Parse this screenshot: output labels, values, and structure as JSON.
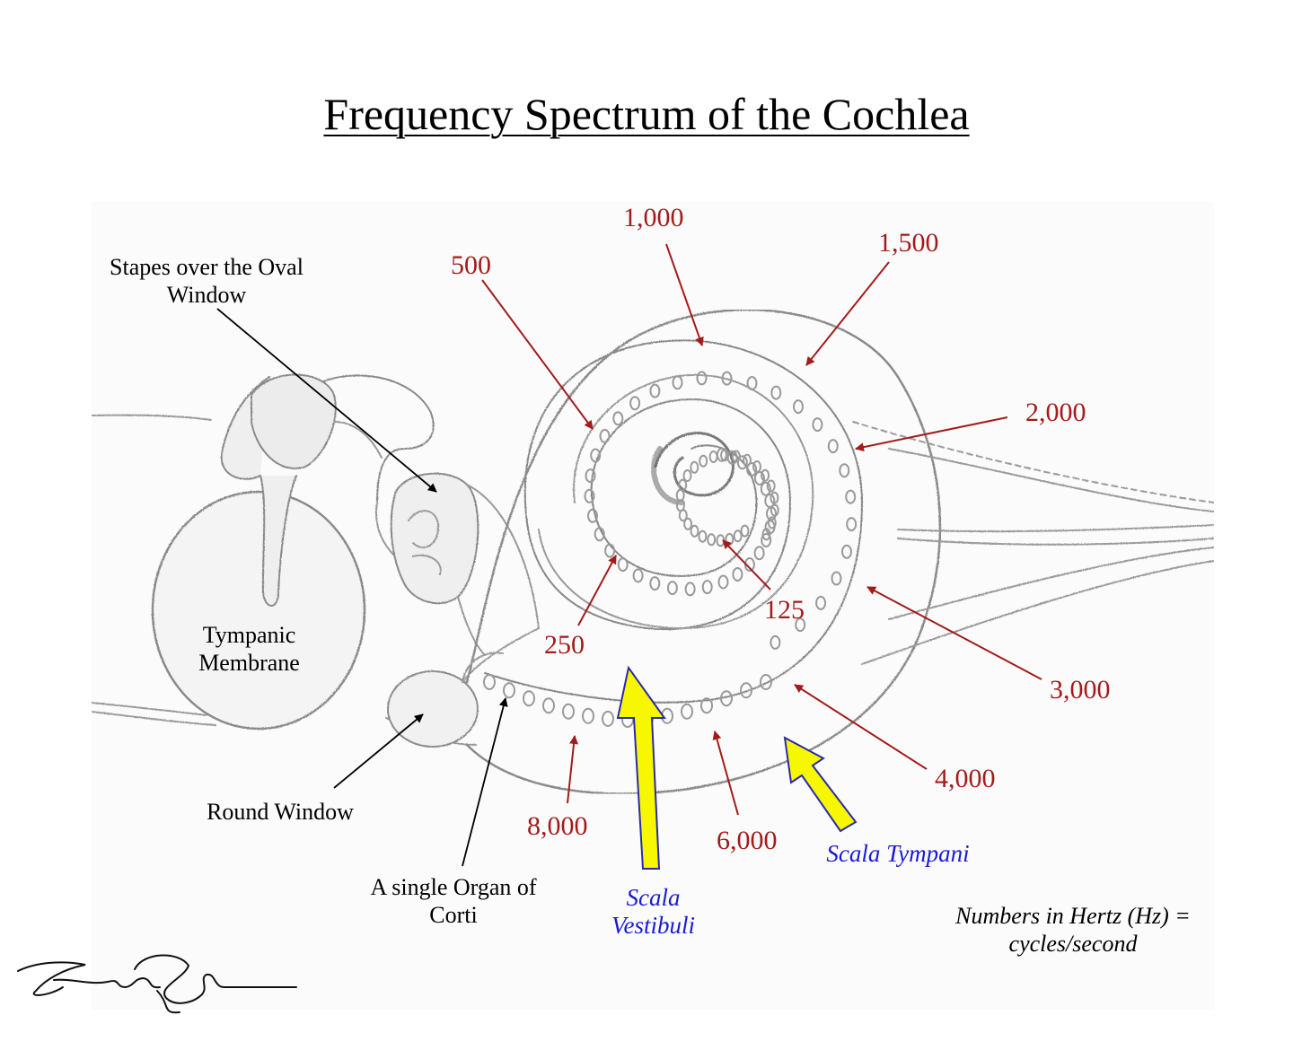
{
  "title": "Frequency Spectrum of the Cochlea",
  "labels": {
    "stapes_line1": "Stapes over the Oval",
    "stapes_line2": "Window",
    "tympanic_line1": "Tympanic",
    "tympanic_line2": "Membrane",
    "round_window": "Round Window",
    "organ_line1": "A single Organ of",
    "organ_line2": "Corti"
  },
  "frequencies": {
    "f1000": "1,000",
    "f1500": "1,500",
    "f500": "500",
    "f2000": "2,000",
    "f125": "125",
    "f250": "250",
    "f3000": "3,000",
    "f4000": "4,000",
    "f8000": "8,000",
    "f6000": "6,000"
  },
  "scala": {
    "vestibuli_line1": "Scala",
    "vestibuli_line2": "Vestibuli",
    "tympani": "Scala Tympani"
  },
  "note": {
    "line1": "Numbers in Hertz (Hz) =",
    "line2": "cycles/second"
  },
  "colors": {
    "frequency": "#a31b1b",
    "scala": "#1a1ad6",
    "arrow_fill": "#f7f700",
    "arrow_outline": "#2a2aa8"
  }
}
